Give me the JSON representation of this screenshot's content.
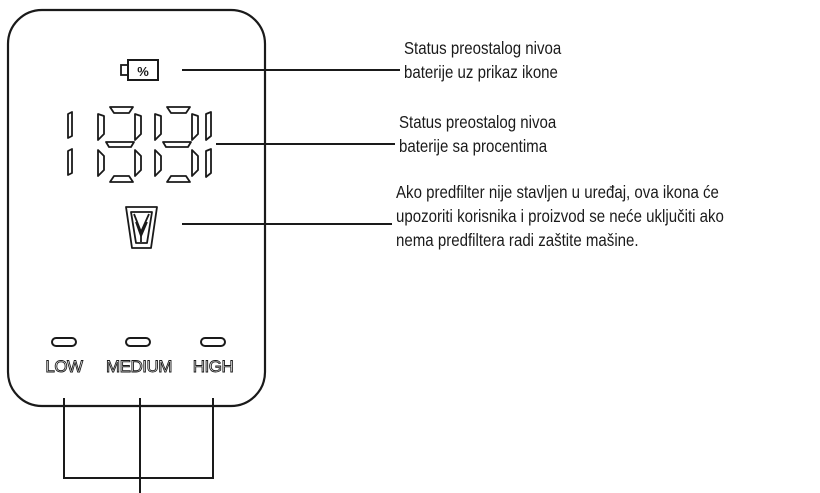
{
  "device": {
    "battery_icon_text": "%",
    "level_labels": [
      "LOW",
      "MEDIUM",
      "HIGH"
    ]
  },
  "annotations": [
    {
      "id": "battery-icon",
      "lines": [
        "Status preostalog nivoa",
        "baterije uz prikaz ikone"
      ]
    },
    {
      "id": "battery-percent",
      "lines": [
        "Status preostalog nivoa",
        "baterije sa procentima"
      ]
    },
    {
      "id": "prefilter",
      "lines": [
        "Ako predfilter nije stavljen u uređaj, ova ikona će",
        "upozoriti korisnika i proizvod se neće uključiti ako",
        "nema predfiltera radi zaštite mašine."
      ]
    }
  ],
  "colors": {
    "line": "#1a1a1a",
    "background": "#ffffff"
  }
}
